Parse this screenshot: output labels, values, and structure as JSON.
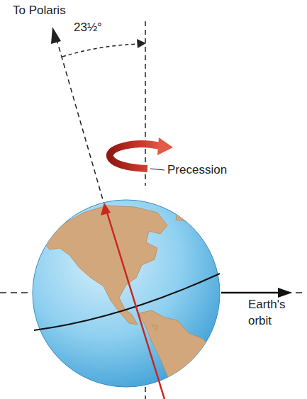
{
  "diagram": {
    "labels": [
      "To Polaris",
      "23½°",
      "Precession",
      "Earth's orbit"
    ]
  }
}
